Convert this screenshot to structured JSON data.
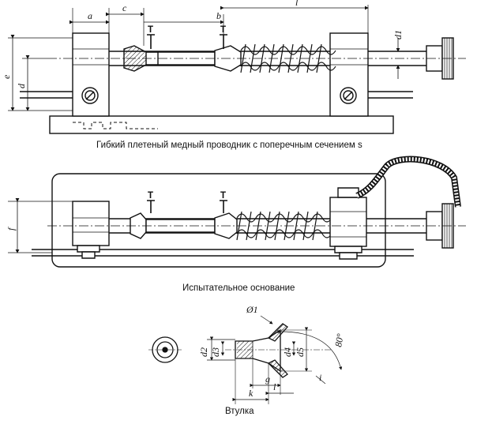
{
  "captions": {
    "top": "Гибкий плетеный медный проводник с поперечным сечением s",
    "middle": "Испытательное основание",
    "bottom": "Втулка"
  },
  "dimensions_top": {
    "a": "a",
    "c": "c",
    "b": "b",
    "l": "l",
    "d1": "d1",
    "e": "e",
    "d": "d",
    "T": "T"
  },
  "dimensions_middle": {
    "f": "f",
    "T": "T"
  },
  "dimensions_bushing": {
    "dia1": "Ø1",
    "d2": "d2",
    "d3": "d3",
    "d4": "d4",
    "d5": "d5",
    "angle": "80°",
    "g": "g",
    "k": "k",
    "l": "l",
    "i": "i"
  }
}
